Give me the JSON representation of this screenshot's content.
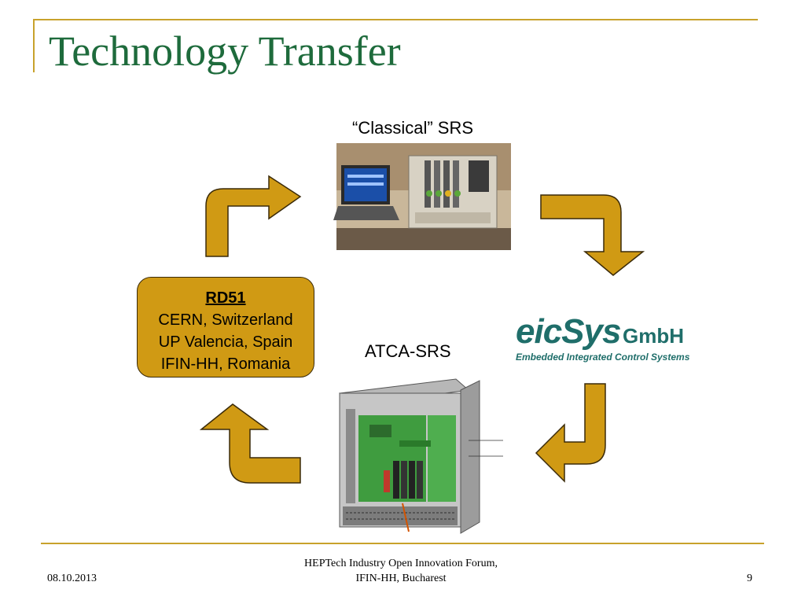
{
  "slide": {
    "title": "Technology Transfer"
  },
  "captions": {
    "classical": "“Classical” SRS",
    "atca": "ATCA-SRS"
  },
  "rd51": {
    "heading": "RD51",
    "lines": [
      "CERN, Switzerland",
      "UP Valencia, Spain",
      "IFIN-HH, Romania"
    ]
  },
  "logo": {
    "name": "eicSys",
    "suffix": "GmbH",
    "tagline": "Embedded Integrated Control Systems"
  },
  "footer": {
    "date": "08.10.2013",
    "event_line1": "HEPTech Industry Open Innovation Forum,",
    "event_line2": "IFIN-HH, Bucharest",
    "page": "9"
  },
  "colors": {
    "accent": "#c8a22c",
    "arrow_fill": "#d09a14",
    "title": "#1e6b3c",
    "logo": "#1f6e6a"
  }
}
